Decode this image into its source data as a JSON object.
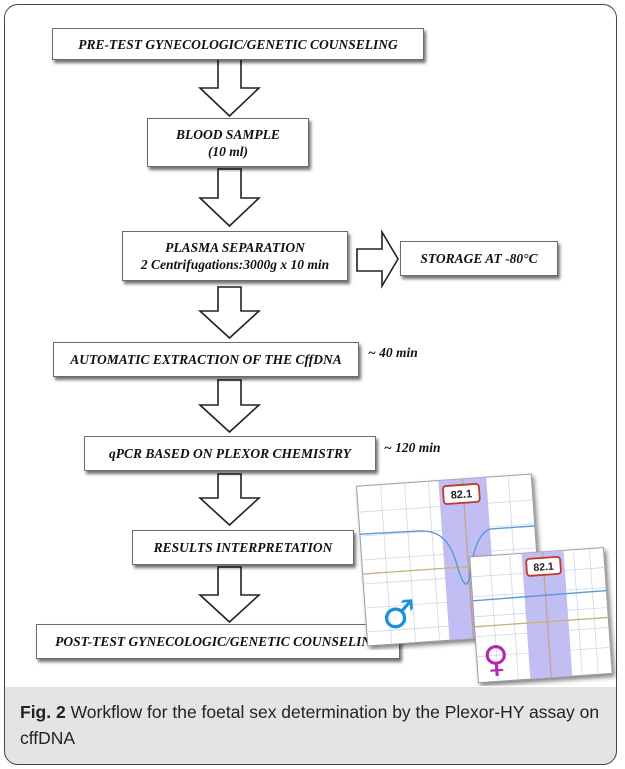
{
  "steps": {
    "pretest": "PRE-TEST GYNECOLOGIC/GENETIC  COUNSELING",
    "blood_line1": "BLOOD SAMPLE",
    "blood_line2": "(10 ml)",
    "plasma_line1": "PLASMA SEPARATION",
    "plasma_line2": "2 Centrifugations:3000g x 10 min",
    "storage": "STORAGE AT -80°C",
    "extraction": "AUTOMATIC EXTRACTION OF THE CffDNA",
    "qpcr": "qPCR BASED ON PLEXOR CHEMISTRY",
    "results": "RESULTS INTERPRETATION",
    "posttest": "POST-TEST GYNECOLOGIC/GENETIC COUNSELING"
  },
  "durations": {
    "extraction": "~ 40 min",
    "qpcr": "~ 120 min"
  },
  "panels": {
    "male_value": "82.1",
    "female_value": "82.1",
    "male_symbol": "♂",
    "female_symbol": "♀",
    "male_symbol_color": "#1f8fd8",
    "female_symbol_color": "#b02bb0",
    "highlight_color": "#b9b7f2"
  },
  "caption": {
    "label": "Fig. 2",
    "text": " Workflow for the foetal sex determination by the Plexor-HY assay on cffDNA"
  }
}
